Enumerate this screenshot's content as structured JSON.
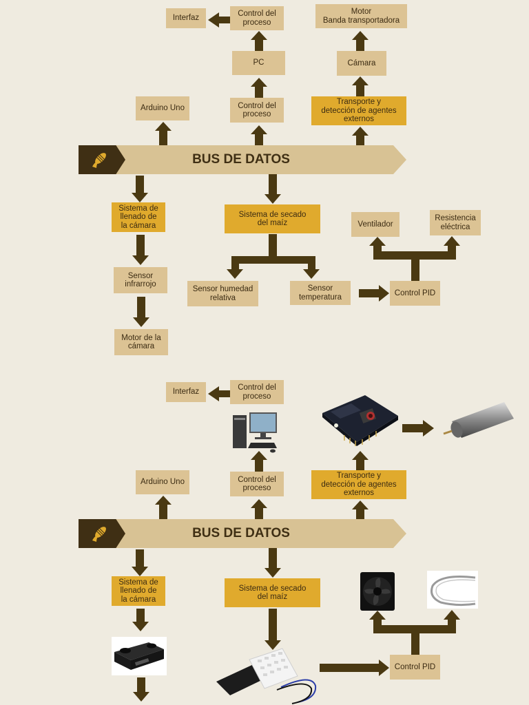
{
  "colors": {
    "background": "#efebe0",
    "box_tan": "#dcc394",
    "box_gold": "#e0aa2d",
    "arrow": "#4a3912",
    "bus": "#d8c294",
    "bus_dark": "#3f2f14"
  },
  "top": {
    "interfaz": "Interfaz",
    "control_proceso_top": "Control del\nproceso",
    "pc": "PC",
    "motor": "Motor\nBanda transportadora",
    "camara": "Cámara",
    "arduino": "Arduino Uno",
    "control_proceso_mid": "Control del\nproceso",
    "transporte": "Transporte y\ndetección de agentes\nexternos",
    "bus": "BUS DE DATOS",
    "llenado": "Sistema de\nllenado de\nla cámara",
    "secado": "Sistema de secado\ndel maíz",
    "ventilador": "Ventilador",
    "resistencia": "Resistencia\neléctrica",
    "sensor_ir": "Sensor\ninfrarrojo",
    "sensor_humedad": "Sensor humedad\nrelativa",
    "sensor_temp": "Sensor\ntemperatura",
    "control_pid": "Control PID",
    "motor_camara": "Motor de la\ncámara"
  },
  "bottom": {
    "interfaz": "Interfaz",
    "control_proceso_top": "Control del\nproceso",
    "arduino": "Arduino Uno",
    "control_proceso_mid": "Control del\nproceso",
    "transporte": "Transporte y\ndetección de agentes\nexternos",
    "bus": "BUS DE DATOS",
    "llenado": "Sistema de\nllenado de\nla cámara",
    "secado": "Sistema de secado\ndel maíz",
    "control_pid": "Control PID",
    "icons": [
      "computer-icon",
      "esp32-camera-icon",
      "dc-motor-icon",
      "fan-icon",
      "heating-resistor-icon",
      "ir-sensor-icon",
      "humidity-sensor-icon"
    ]
  }
}
